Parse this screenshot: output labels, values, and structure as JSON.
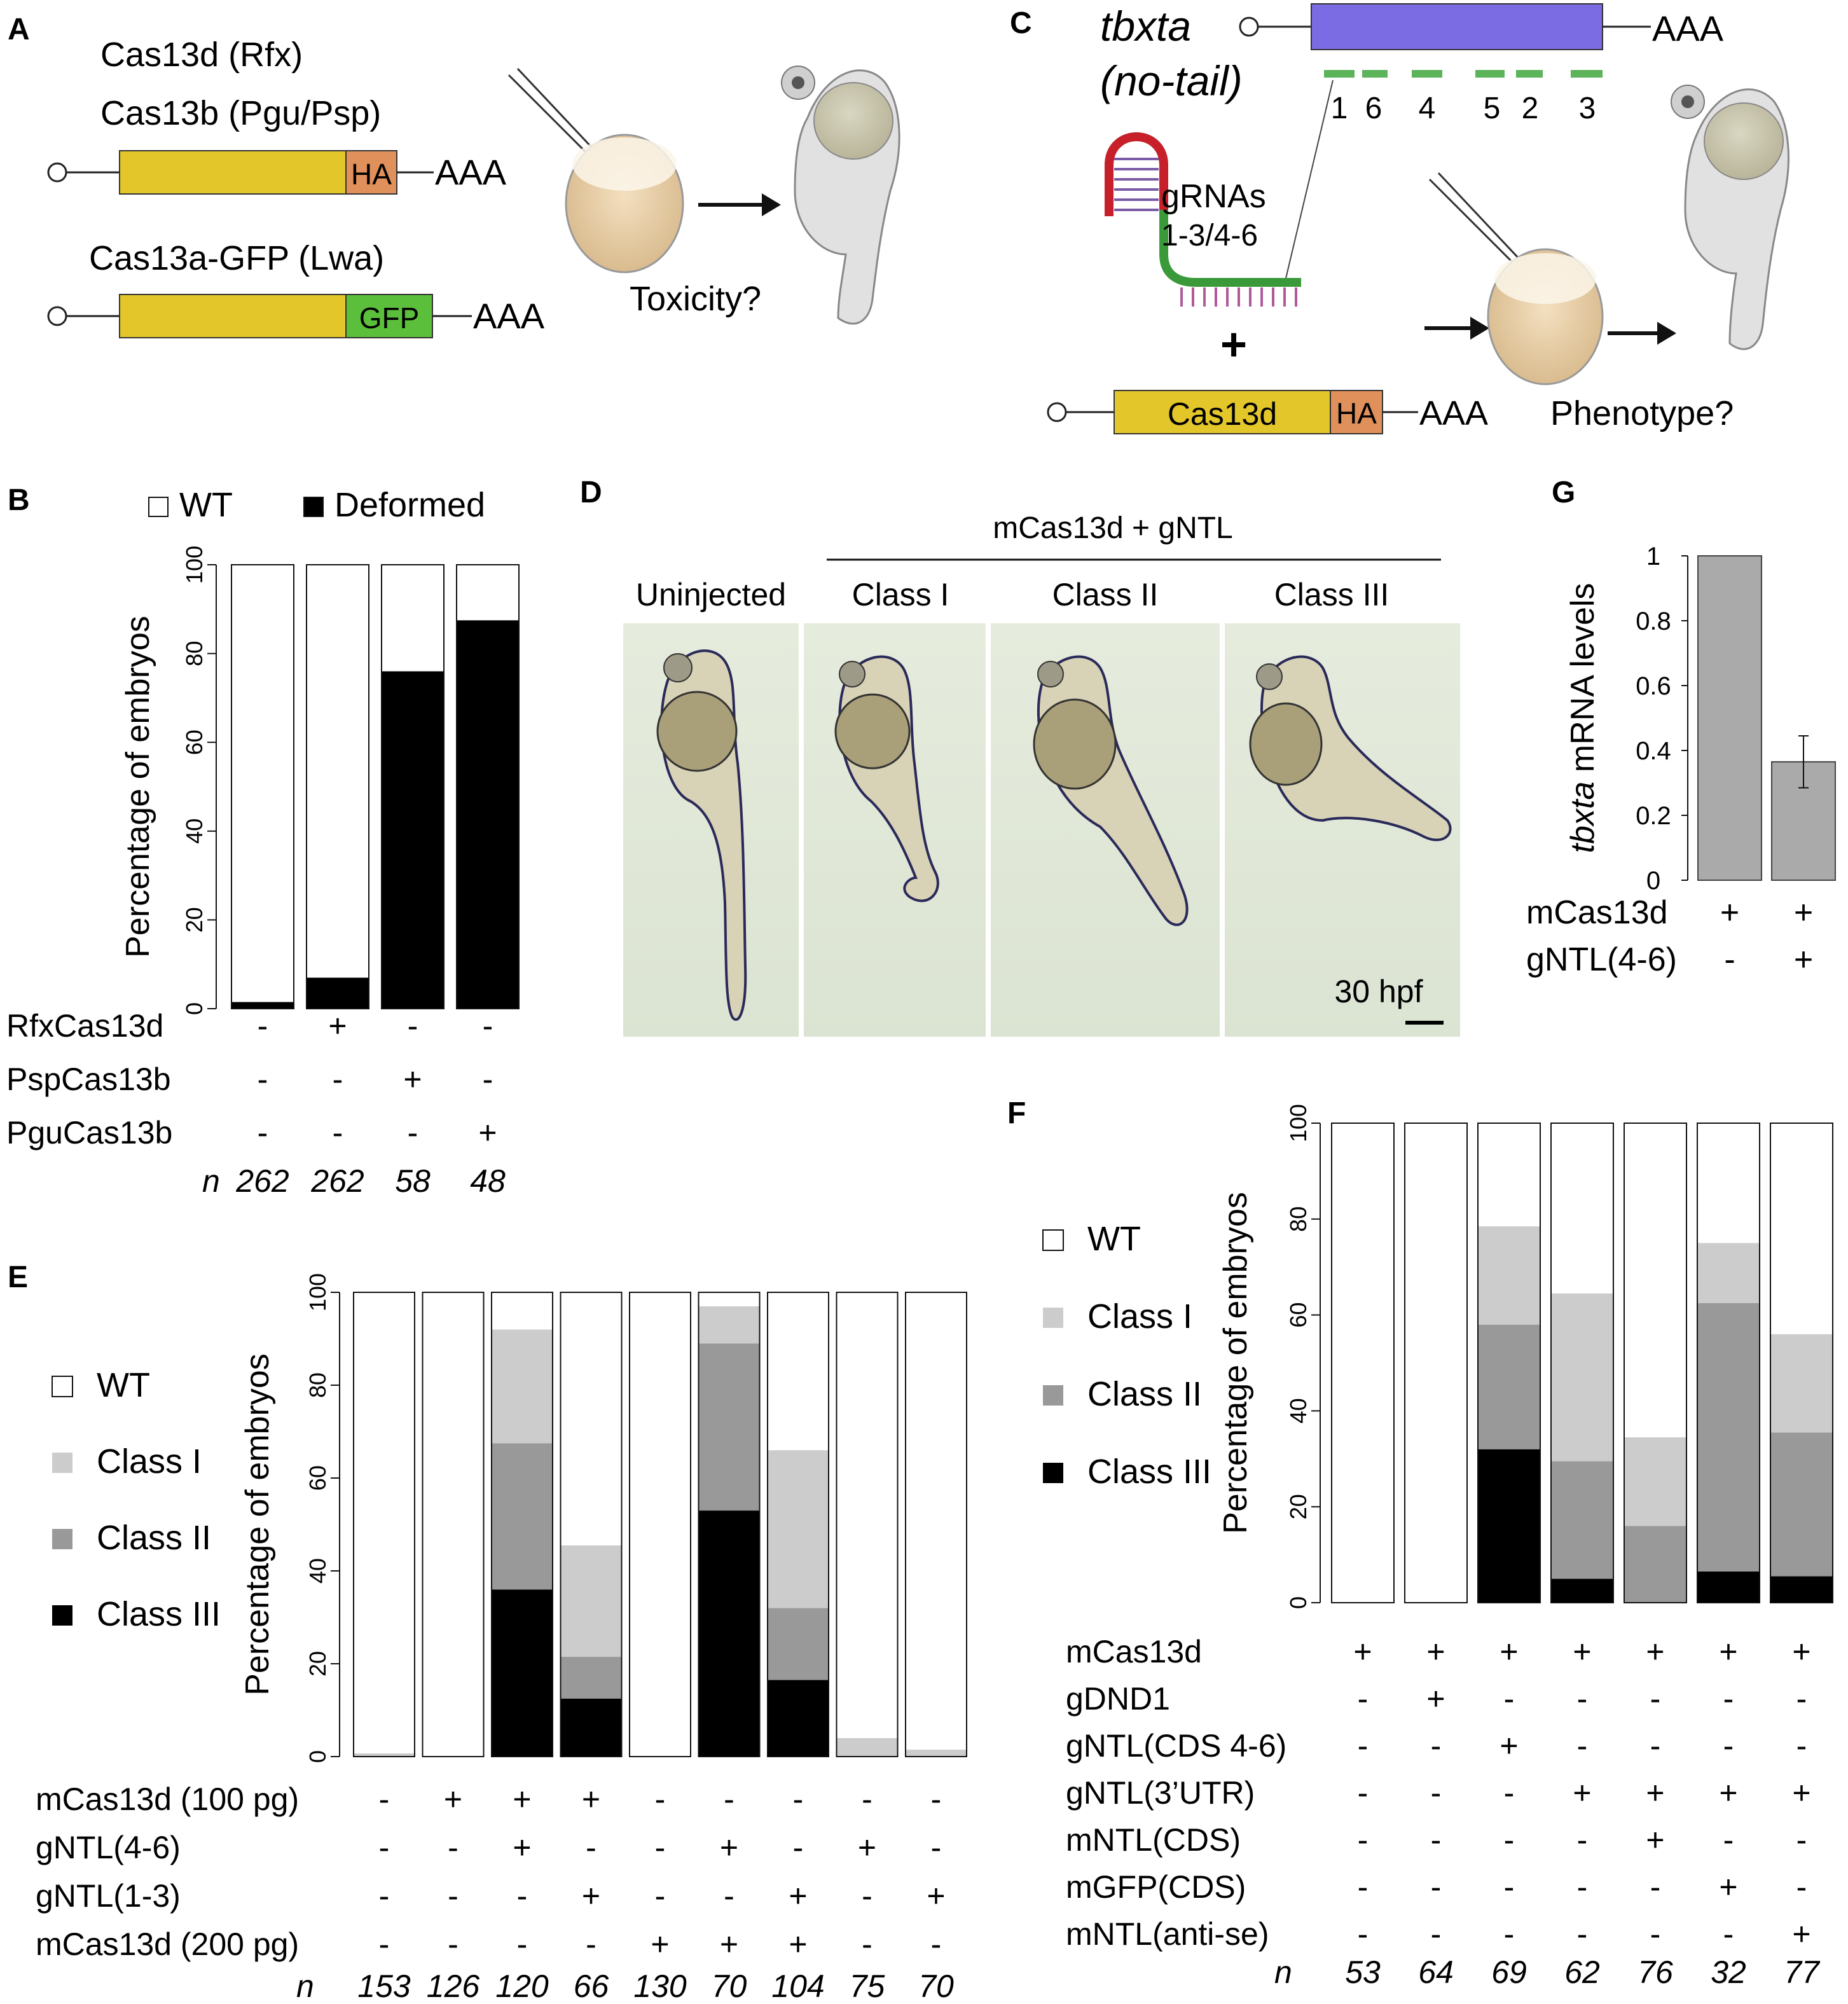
{
  "panels": {
    "A": {
      "letter": "A",
      "constructs": [
        {
          "title1": "Cas13d (Rfx)",
          "title2": "Cas13b (Pgu/Psp)",
          "tag": "HA",
          "tail": "AAA"
        },
        {
          "title1": "Cas13a-GFP (Lwa)",
          "tag": "GFP",
          "tail": "AAA"
        }
      ],
      "question": "Toxicity?"
    },
    "C": {
      "letter": "C",
      "gene": "tbxta",
      "gene_alias": "(no-tail)",
      "tail": "AAA",
      "guide_positions": [
        "1",
        "6",
        "4",
        "5",
        "2",
        "3"
      ],
      "grnas_label1": "gRNAs",
      "grnas_label2": "1-3/4-6",
      "plus": "+",
      "cas13d_label": "Cas13d",
      "cas13d_tag": "HA",
      "cas13d_tail": "AAA",
      "question": "Phenotype?"
    },
    "D": {
      "letter": "D",
      "group_label": "mCas13d + gNTL",
      "image_labels": [
        "Uninjected",
        "Class I",
        "Class II",
        "Class III"
      ],
      "scale_label": "30 hpf"
    }
  },
  "colors": {
    "yellow": "#e3c72a",
    "ha": "#e0905a",
    "gfp": "#5bbf3c",
    "tbxta_box": "#7b6ce3",
    "guide_green": "#5bb35a",
    "wt": "#ffffff",
    "class1": "#cccccc",
    "class2": "#999999",
    "class3": "#000000",
    "gbar": "#aaaaaa"
  },
  "chart_data": [
    {
      "id": "B",
      "letter": "B",
      "type": "bar",
      "stacked": true,
      "legend": [
        "WT",
        "Deformed"
      ],
      "ylabel": "Percentage of embryos",
      "ylim": [
        0,
        100
      ],
      "yticks": [
        "0",
        "20",
        "40",
        "60",
        "80",
        "100"
      ],
      "series": [
        {
          "name": "Deformed",
          "values": [
            1.5,
            7,
            76,
            87.5
          ]
        },
        {
          "name": "WT",
          "values": [
            98.5,
            93,
            24,
            12.5
          ]
        }
      ],
      "rows": [
        {
          "label": "RfxCas13d",
          "marks": [
            "-",
            "+",
            "-",
            "-"
          ]
        },
        {
          "label": "PspCas13b",
          "marks": [
            "-",
            "-",
            "+",
            "-"
          ]
        },
        {
          "label": "PguCas13b",
          "marks": [
            "-",
            "-",
            "-",
            "+"
          ]
        }
      ],
      "n_label": "n",
      "n": [
        "262",
        "262",
        "58",
        "48"
      ]
    },
    {
      "id": "E",
      "letter": "E",
      "type": "bar",
      "stacked": true,
      "legend": [
        "WT",
        "Class I",
        "Class II",
        "Class III"
      ],
      "ylabel": "Percentage of embryos",
      "ylim": [
        0,
        100
      ],
      "yticks": [
        "0",
        "20",
        "40",
        "60",
        "80",
        "100"
      ],
      "series": [
        {
          "name": "Class III",
          "values": [
            0,
            0,
            36,
            12.5,
            0,
            53,
            16.5,
            0,
            0
          ]
        },
        {
          "name": "Class II",
          "values": [
            0,
            0,
            31.5,
            9,
            0,
            36,
            15.5,
            0,
            0
          ]
        },
        {
          "name": "Class I",
          "values": [
            0.7,
            0,
            24.5,
            24,
            0,
            8,
            34,
            4,
            1.5
          ]
        },
        {
          "name": "WT",
          "values": [
            99.3,
            100,
            8,
            54.5,
            100,
            3,
            34,
            96,
            98.5
          ]
        }
      ],
      "rows": [
        {
          "label": "mCas13d (100 pg)",
          "marks": [
            "-",
            "+",
            "+",
            "+",
            "-",
            "-",
            "-",
            "-",
            "-"
          ]
        },
        {
          "label": "gNTL(4-6)",
          "marks": [
            "-",
            "-",
            "+",
            "-",
            "-",
            "+",
            "-",
            "+",
            "-"
          ]
        },
        {
          "label": "gNTL(1-3)",
          "marks": [
            "-",
            "-",
            "-",
            "+",
            "-",
            "-",
            "+",
            "-",
            "+"
          ]
        },
        {
          "label": "mCas13d (200 pg)",
          "marks": [
            "-",
            "-",
            "-",
            "-",
            "+",
            "+",
            "+",
            "-",
            "-"
          ]
        }
      ],
      "n_label": "n",
      "n": [
        "153",
        "126",
        "120",
        "66",
        "130",
        "70",
        "104",
        "75",
        "70"
      ]
    },
    {
      "id": "F",
      "letter": "F",
      "type": "bar",
      "stacked": true,
      "legend": [
        "WT",
        "Class I",
        "Class II",
        "Class III"
      ],
      "ylabel": "Percentage of embryos",
      "ylim": [
        0,
        100
      ],
      "yticks": [
        "0",
        "20",
        "40",
        "60",
        "80",
        "100"
      ],
      "series": [
        {
          "name": "Class III",
          "values": [
            0,
            0,
            32,
            5,
            0,
            6.5,
            5.5
          ]
        },
        {
          "name": "Class II",
          "values": [
            0,
            0,
            26,
            24.5,
            16,
            56,
            30
          ]
        },
        {
          "name": "Class I",
          "values": [
            0,
            0,
            20.5,
            35,
            18.5,
            12.5,
            20.5
          ]
        },
        {
          "name": "WT",
          "values": [
            100,
            100,
            21.5,
            35.5,
            65.5,
            25,
            44
          ]
        }
      ],
      "rows": [
        {
          "label": "mCas13d",
          "marks": [
            "+",
            "+",
            "+",
            "+",
            "+",
            "+",
            "+"
          ]
        },
        {
          "label": "gDND1",
          "marks": [
            "-",
            "+",
            "-",
            "-",
            "-",
            "-",
            "-"
          ]
        },
        {
          "label": "gNTL(CDS 4-6)",
          "marks": [
            "-",
            "-",
            "+",
            "-",
            "-",
            "-",
            "-"
          ]
        },
        {
          "label": "gNTL(3’UTR)",
          "marks": [
            "-",
            "-",
            "-",
            "+",
            "+",
            "+",
            "+"
          ]
        },
        {
          "label": "mNTL(CDS)",
          "marks": [
            "-",
            "-",
            "-",
            "-",
            "+",
            "-",
            "-"
          ]
        },
        {
          "label": "mGFP(CDS)",
          "marks": [
            "-",
            "-",
            "-",
            "-",
            "-",
            "+",
            "-"
          ]
        },
        {
          "label": "mNTL(anti-se)",
          "marks": [
            "-",
            "-",
            "-",
            "-",
            "-",
            "-",
            "+"
          ]
        }
      ],
      "n_label": "n",
      "n": [
        "53",
        "64",
        "69",
        "62",
        "76",
        "32",
        "77"
      ]
    },
    {
      "id": "G",
      "letter": "G",
      "type": "bar",
      "ylabel_italic": "tbxta",
      "ylabel_rest": " mRNA levels",
      "ylim": [
        0,
        1
      ],
      "yticks": [
        "0",
        "0.2",
        "0.4",
        "0.6",
        "0.8",
        "1"
      ],
      "values": [
        1.0,
        0.365
      ],
      "errors": [
        0,
        0.08
      ],
      "rows": [
        {
          "label": "mCas13d",
          "marks": [
            "+",
            "+"
          ]
        },
        {
          "label": "gNTL(4-6)",
          "marks": [
            "-",
            "+"
          ]
        }
      ]
    }
  ]
}
